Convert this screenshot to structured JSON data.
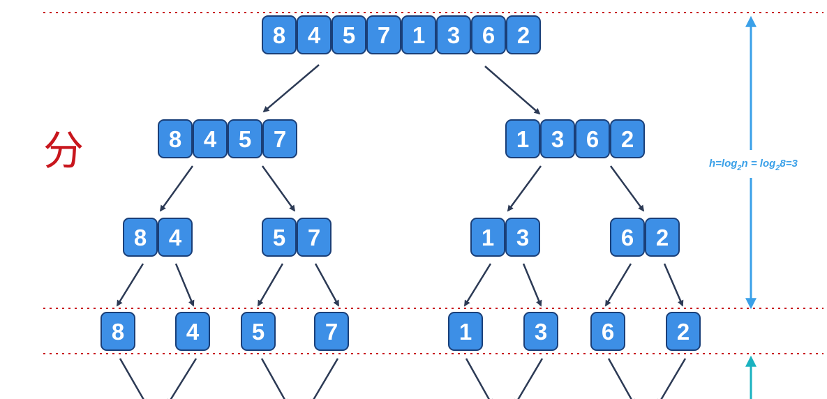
{
  "title_char": "分",
  "height_formula": {
    "parts": [
      "h=log",
      "2",
      "n = log",
      "2",
      "8=3"
    ]
  },
  "levels": [
    {
      "groups": [
        {
          "values": [
            "8",
            "4",
            "5",
            "7",
            "1",
            "3",
            "6",
            "2"
          ]
        }
      ]
    },
    {
      "groups": [
        {
          "values": [
            "8",
            "4",
            "5",
            "7"
          ]
        },
        {
          "values": [
            "1",
            "3",
            "6",
            "2"
          ]
        }
      ]
    },
    {
      "groups": [
        {
          "values": [
            "8",
            "4"
          ]
        },
        {
          "values": [
            "5",
            "7"
          ]
        },
        {
          "values": [
            "1",
            "3"
          ]
        },
        {
          "values": [
            "6",
            "2"
          ]
        }
      ]
    },
    {
      "groups": [
        {
          "values": [
            "8"
          ]
        },
        {
          "values": [
            "4"
          ]
        },
        {
          "values": [
            "5"
          ]
        },
        {
          "values": [
            "7"
          ]
        },
        {
          "values": [
            "1"
          ]
        },
        {
          "values": [
            "3"
          ]
        },
        {
          "values": [
            "6"
          ]
        },
        {
          "values": [
            "2"
          ]
        }
      ]
    }
  ],
  "colors": {
    "box_fill": "#3d8fe6",
    "box_stroke": "#1a3f78",
    "arrow": "#2c3a55",
    "divider": "#c8161d",
    "height_arrow": "#3aa0e8",
    "merge_arrow": "#1ab2c0"
  }
}
